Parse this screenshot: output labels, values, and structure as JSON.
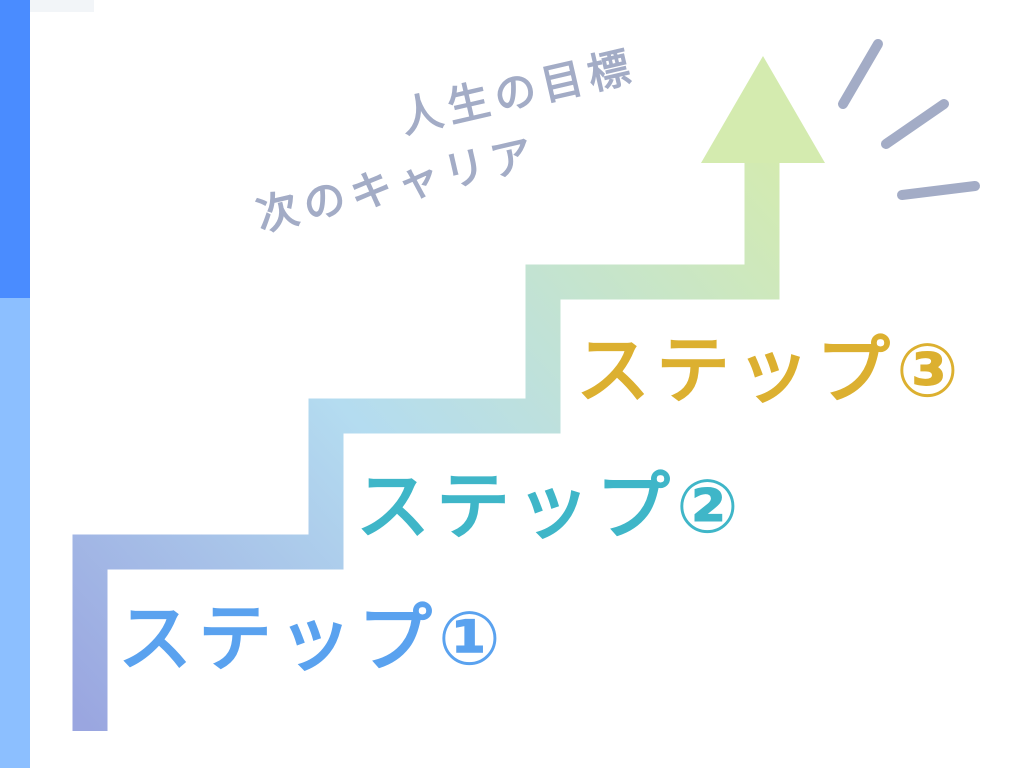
{
  "steps": {
    "step1": "ステップ①",
    "step2": "ステップ②",
    "step3": "ステップ③"
  },
  "goals": {
    "line1": "人生の目標",
    "line2": "次のキャリア"
  },
  "colors": {
    "side_bar_top": "#4a8cff",
    "side_bar_bottom": "#8cbfff",
    "stair_start": "#9aa6e0",
    "stair_mid": "#b4dcf0",
    "stair_end": "#d4ebaf",
    "arrow_head": "#d4ebaf",
    "step1_text": "#5aa2ef",
    "step2_text": "#3fb6c8",
    "step3_text": "#dcb030",
    "goal_text": "#a3acc6",
    "sparkle_lines": "#a3acc6"
  }
}
